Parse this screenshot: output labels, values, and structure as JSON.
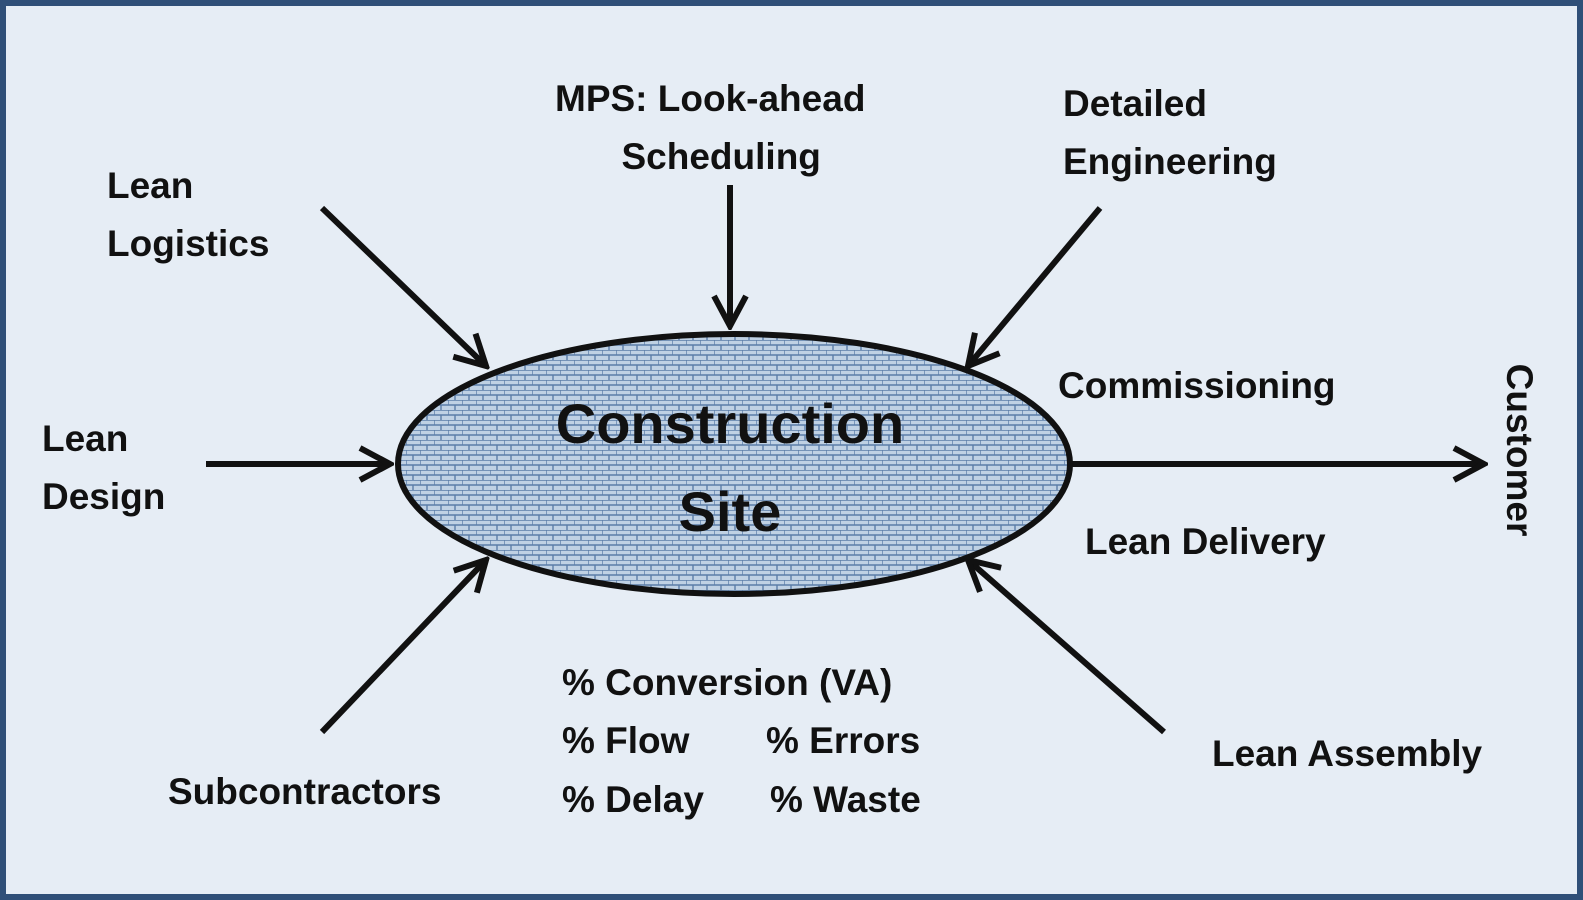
{
  "diagram": {
    "center": {
      "line1": "Construction",
      "line2": "Site"
    },
    "inputs": {
      "lean_logistics": [
        "Lean",
        "Logistics"
      ],
      "mps": [
        "MPS: Look-ahead",
        "Scheduling"
      ],
      "detailed_engineering": [
        "Detailed",
        "Engineering"
      ],
      "lean_design": [
        "Lean",
        "Design"
      ],
      "subcontractors": "Subcontractors",
      "lean_assembly": "Lean Assembly"
    },
    "output": {
      "commissioning": "Commissioning",
      "lean_delivery": "Lean Delivery",
      "customer": "Customer"
    },
    "metrics": {
      "conversion": "% Conversion (VA)",
      "flow": "% Flow",
      "errors": "% Errors",
      "delay": "% Delay",
      "waste": "% Waste"
    }
  },
  "colors": {
    "background": "#e6edf5",
    "border": "#2f4f78",
    "ellipse_fill": "#bfd1e4",
    "ellipse_pattern": "#5b7da8",
    "stroke": "#111111"
  }
}
